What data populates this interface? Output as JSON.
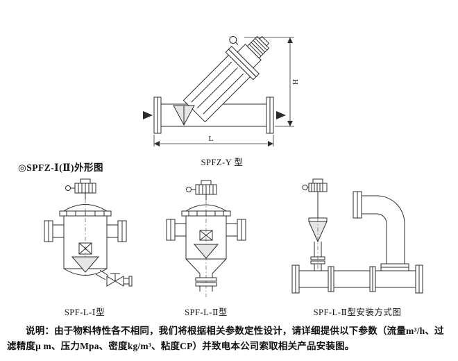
{
  "section": {
    "label": "◎SPFZ-Ⅰ(Ⅱ)外形图"
  },
  "figures": {
    "spfz_y": {
      "caption": "SPFZ-Y 型",
      "dim_h": "H",
      "dim_l": "L"
    },
    "spf_l_1": {
      "caption": "SPF-L-Ⅰ型"
    },
    "spf_l_2": {
      "caption": "SPF-L-Ⅱ型"
    },
    "spf_l_2_install": {
      "caption": "SPF-L-Ⅱ型安装方式图"
    }
  },
  "note": {
    "text": "说明：由于物料特性各不相同，我们将根据相关参数定性设计，请详细提供以下参数（流量m³/h、过滤精度μ m、压力Mpa、密度kg/m³、粘度CP）并致电本公司索取相关产品安装图。"
  }
}
